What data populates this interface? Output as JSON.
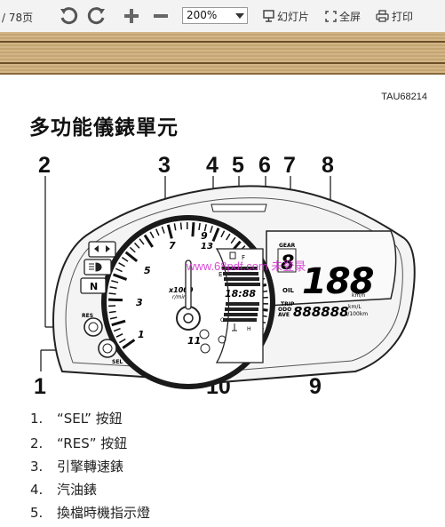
{
  "toolbar": {
    "page_total": "/ 78页",
    "zoom": "200%",
    "slideshow_label": "幻灯片",
    "fullscreen_label": "全屏",
    "print_label": "打印",
    "icons": [
      "undo-icon",
      "redo-icon",
      "zoom-in-icon",
      "zoom-out-icon",
      "slideshow-icon",
      "fullscreen-icon",
      "print-icon"
    ]
  },
  "document": {
    "code": "TAU68214",
    "title": "多功能儀錶單元",
    "callouts": [
      "1",
      "2",
      "3",
      "4",
      "5",
      "6",
      "7",
      "8",
      "9",
      "10"
    ],
    "watermark": "www.68pdf.com 未登录",
    "gauge": {
      "tach_numbers": [
        "1",
        "3",
        "5",
        "7",
        "9",
        "11",
        "13"
      ],
      "unit_top": "x1000",
      "unit_bottom": "r/min",
      "fuel_full": "F",
      "fuel_empty": "E",
      "temp_cold": "C",
      "temp_hot": "H",
      "clock": "18:88",
      "gear_label": "GEAR",
      "gear_value": "8",
      "speed": "188",
      "speed_unit": "km/h",
      "oil_label": "OIL",
      "trip_label": "TRIP",
      "odo_label": "ODO",
      "ave_label": "AVE",
      "odometer": "888888",
      "fuel_unit_top": "km/L",
      "fuel_unit_bottom": "L/100km",
      "res_label": "RES",
      "sel_label": "SEL",
      "neutral_label": "N"
    },
    "items": [
      {
        "num": "1.",
        "text": "“SEL” 按鈕"
      },
      {
        "num": "2.",
        "text": "“RES” 按鈕"
      },
      {
        "num": "3.",
        "text": "引擎轉速錶"
      },
      {
        "num": "4.",
        "text": "汽油錶"
      },
      {
        "num": "5.",
        "text": "換檔時機指示燈"
      }
    ]
  }
}
